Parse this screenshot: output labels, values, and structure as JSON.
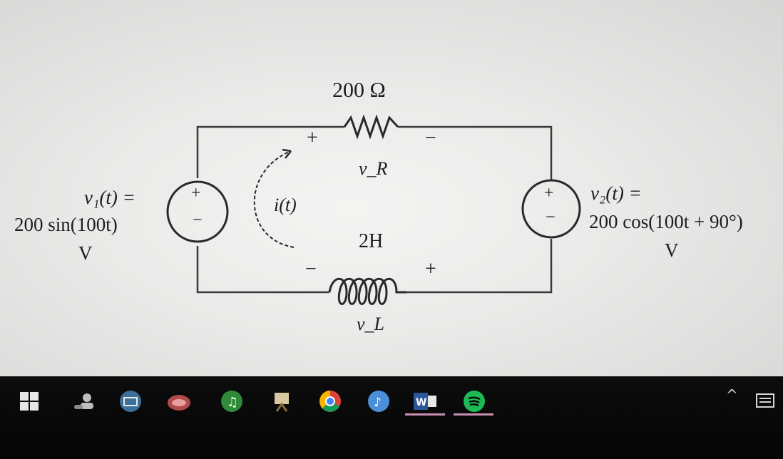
{
  "circuit": {
    "resistor": {
      "value": "200 Ω",
      "voltage": "v_R",
      "pos_sign": "+",
      "neg_sign": "−"
    },
    "inductor": {
      "value": "2H",
      "voltage": "v_L",
      "pos_sign": "+",
      "neg_sign": "−"
    },
    "current": {
      "label": "i(t)"
    },
    "source1": {
      "line1": "v₁(t) =",
      "line2": "200 sin(100t)",
      "line3": "V",
      "plus": "+",
      "minus": "−"
    },
    "source2": {
      "line1": "v₂(t) =",
      "line2": "200 cos(100t + 90°)",
      "line3": "V",
      "plus": "+",
      "minus": "−"
    }
  },
  "taskbar": {
    "icons": [
      "windows-start-icon",
      "people-icon",
      "media-player-icon",
      "cloud-app-icon",
      "music-app-icon",
      "easel-app-icon",
      "chrome-icon",
      "itunes-icon",
      "word-icon",
      "spotify-icon"
    ],
    "tray": {
      "chevron": "^"
    },
    "colors": {
      "bar": "#060606",
      "active_underline": "#c98fb0",
      "spotify": "#1db954",
      "word": "#2b579a",
      "chrome_red": "#db4437"
    }
  }
}
